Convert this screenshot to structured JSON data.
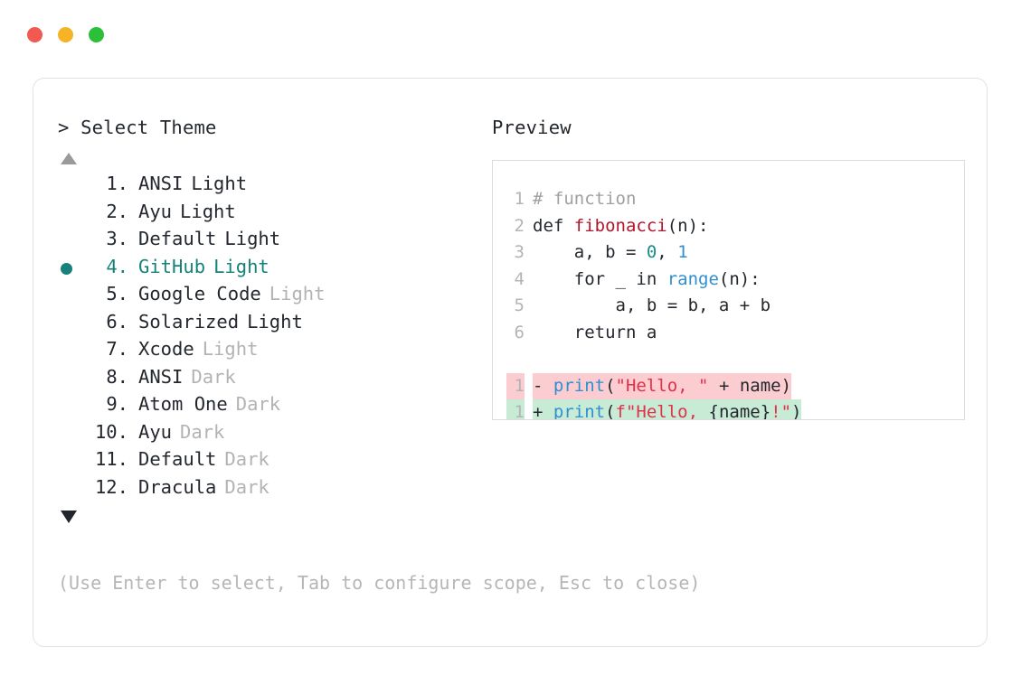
{
  "window": {
    "traffic_lights": [
      {
        "name": "close",
        "color": "#f05a50"
      },
      {
        "name": "minimize",
        "color": "#f5b325"
      },
      {
        "name": "maximize",
        "color": "#2bbf3a"
      }
    ]
  },
  "left_panel": {
    "heading": "> Select Theme",
    "scroll_up_icon": "triangle-up-icon",
    "scroll_down_icon": "triangle-down-icon",
    "selected_index": 4,
    "selection_color": "#16827a",
    "items": [
      {
        "index": "1.",
        "name": "ANSI",
        "variant": "Light",
        "variant_muted": false,
        "selected": false
      },
      {
        "index": "2.",
        "name": "Ayu",
        "variant": "Light",
        "variant_muted": false,
        "selected": false
      },
      {
        "index": "3.",
        "name": "Default",
        "variant": "Light",
        "variant_muted": false,
        "selected": false
      },
      {
        "index": "4.",
        "name": "GitHub",
        "variant": "Light",
        "variant_muted": false,
        "selected": true
      },
      {
        "index": "5.",
        "name": "Google Code",
        "variant": "Light",
        "variant_muted": true,
        "selected": false
      },
      {
        "index": "6.",
        "name": "Solarized",
        "variant": "Light",
        "variant_muted": false,
        "selected": false
      },
      {
        "index": "7.",
        "name": "Xcode",
        "variant": "Light",
        "variant_muted": true,
        "selected": false
      },
      {
        "index": "8.",
        "name": "ANSI",
        "variant": "Dark",
        "variant_muted": true,
        "selected": false
      },
      {
        "index": "9.",
        "name": "Atom One",
        "variant": "Dark",
        "variant_muted": true,
        "selected": false
      },
      {
        "index": "10.",
        "name": "Ayu",
        "variant": "Dark",
        "variant_muted": true,
        "selected": false
      },
      {
        "index": "11.",
        "name": "Default",
        "variant": "Dark",
        "variant_muted": true,
        "selected": false
      },
      {
        "index": "12.",
        "name": "Dracula",
        "variant": "Dark",
        "variant_muted": true,
        "selected": false
      }
    ]
  },
  "right_panel": {
    "heading": "Preview",
    "code_lines": [
      {
        "ln": "1",
        "tokens": [
          {
            "t": "# function",
            "c": "tok-comment"
          }
        ]
      },
      {
        "ln": "2",
        "tokens": [
          {
            "t": "def ",
            "c": "tok-kw"
          },
          {
            "t": "fibonacci",
            "c": "tok-fn"
          },
          {
            "t": "(n):",
            "c": "tok-plain"
          }
        ]
      },
      {
        "ln": "3",
        "tokens": [
          {
            "t": "    a, b = ",
            "c": "tok-plain"
          },
          {
            "t": "0",
            "c": "tok-num0"
          },
          {
            "t": ", ",
            "c": "tok-plain"
          },
          {
            "t": "1",
            "c": "tok-num1"
          }
        ]
      },
      {
        "ln": "4",
        "tokens": [
          {
            "t": "    for _ in ",
            "c": "tok-plain"
          },
          {
            "t": "range",
            "c": "tok-builtin"
          },
          {
            "t": "(n):",
            "c": "tok-plain"
          }
        ]
      },
      {
        "ln": "5",
        "tokens": [
          {
            "t": "        a, b = b, a + b",
            "c": "tok-plain"
          }
        ]
      },
      {
        "ln": "6",
        "tokens": [
          {
            "t": "    return a",
            "c": "tok-plain"
          }
        ]
      }
    ],
    "diff_lines": [
      {
        "ln": "1",
        "mark": "-",
        "kind": "diff-del",
        "tokens": [
          {
            "t": "print",
            "c": "tok-builtin"
          },
          {
            "t": "(",
            "c": "tok-plain"
          },
          {
            "t": "\"Hello, \"",
            "c": "tok-str"
          },
          {
            "t": " + name)",
            "c": "tok-plain"
          }
        ]
      },
      {
        "ln": "1",
        "mark": "+",
        "kind": "diff-add",
        "tokens": [
          {
            "t": "print",
            "c": "tok-builtin"
          },
          {
            "t": "(",
            "c": "tok-plain"
          },
          {
            "t": "f\"Hello, ",
            "c": "tok-str"
          },
          {
            "t": "{name}",
            "c": "tok-plain"
          },
          {
            "t": "!\"",
            "c": "tok-str"
          },
          {
            "t": ")",
            "c": "tok-plain"
          }
        ]
      }
    ],
    "diff_colors": {
      "deleted_bg": "#fbcdd0",
      "added_bg": "#c8ebd6"
    }
  },
  "footer": {
    "hint": "(Use Enter to select, Tab to configure scope, Esc to close)"
  }
}
